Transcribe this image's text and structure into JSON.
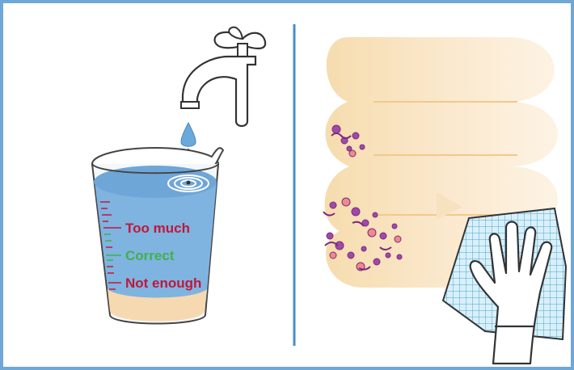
{
  "measuring_cup": {
    "labels": [
      {
        "key": "too_much",
        "text": "Too much",
        "color": "#c0183a"
      },
      {
        "key": "correct",
        "text": "Correct",
        "color": "#3fb24a"
      },
      {
        "key": "not_enough",
        "text": "Not enough",
        "color": "#c0183a"
      }
    ],
    "water_color": "#7fb3e0",
    "formula_color": "#f6d9b0"
  },
  "divider_color": "#4a8cc8",
  "frame_color": "#6fa8d6",
  "bottle_cleaning": {
    "germ_color": "#a04aa8",
    "cloth_color": "#bfe3f3"
  }
}
